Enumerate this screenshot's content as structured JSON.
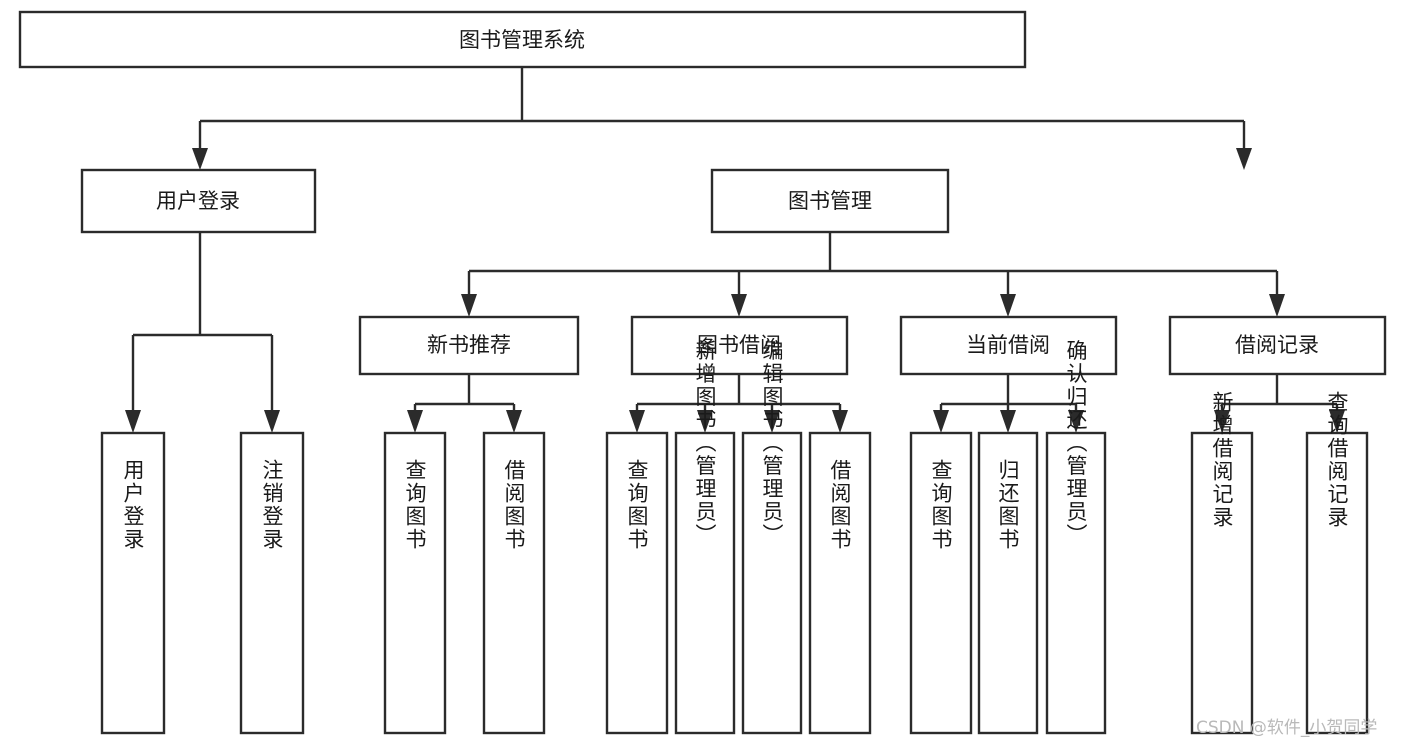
{
  "diagram": {
    "title": "图书管理系统",
    "type": "hierarchy-tree",
    "root": {
      "id": "root",
      "label": "图书管理系统"
    },
    "level1": [
      {
        "id": "user-login",
        "label": "用户登录"
      },
      {
        "id": "book-management",
        "label": "图书管理"
      }
    ],
    "level2": [
      {
        "id": "new-book-recommend",
        "label": "新书推荐",
        "parent": "book-management"
      },
      {
        "id": "book-borrow",
        "label": "图书借阅",
        "parent": "book-management"
      },
      {
        "id": "current-borrow",
        "label": "当前借阅",
        "parent": "book-management"
      },
      {
        "id": "borrow-record",
        "label": "借阅记录",
        "parent": "book-management"
      }
    ],
    "leaves": [
      {
        "id": "leaf-user-login",
        "label": "用户登录",
        "parent": "user-login"
      },
      {
        "id": "leaf-logout",
        "label": "注销登录",
        "parent": "user-login"
      },
      {
        "id": "leaf-query-book-1",
        "label": "查询图书",
        "parent": "new-book-recommend"
      },
      {
        "id": "leaf-borrow-book-1",
        "label": "借阅图书",
        "parent": "new-book-recommend"
      },
      {
        "id": "leaf-query-book-2",
        "label": "查询图书",
        "parent": "book-borrow"
      },
      {
        "id": "leaf-add-book",
        "label": "新增图书（管理员）",
        "parent": "book-borrow"
      },
      {
        "id": "leaf-edit-book",
        "label": "编辑图书（管理员）",
        "parent": "book-borrow"
      },
      {
        "id": "leaf-borrow-book-2",
        "label": "借阅图书",
        "parent": "book-borrow"
      },
      {
        "id": "leaf-query-book-3",
        "label": "查询图书",
        "parent": "current-borrow"
      },
      {
        "id": "leaf-return-book",
        "label": "归还图书",
        "parent": "current-borrow"
      },
      {
        "id": "leaf-confirm-return",
        "label": "确认归还（管理员）",
        "parent": "current-borrow"
      },
      {
        "id": "leaf-add-record",
        "label": "新增借阅记录",
        "parent": "borrow-record"
      },
      {
        "id": "leaf-query-record",
        "label": "查询借阅记录",
        "parent": "borrow-record"
      }
    ],
    "colors": {
      "stroke": "#2b2b2b",
      "fill": "#ffffff",
      "text": "#1a1a1a",
      "watermark": "#b9b9b9",
      "background": "#ffffff"
    }
  },
  "watermark": {
    "text": "CSDN @软件_小贺同学"
  }
}
